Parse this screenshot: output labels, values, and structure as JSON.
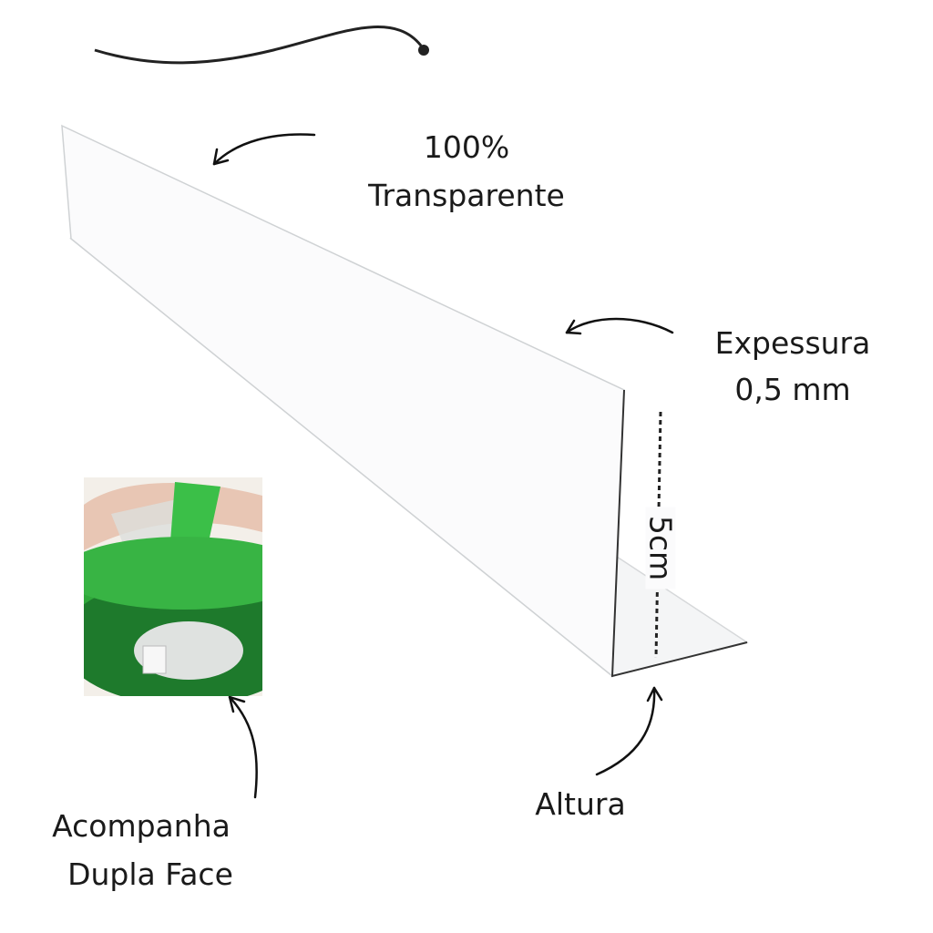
{
  "labels": {
    "transparency_line1": "100%",
    "transparency_line2": "Transparente",
    "thickness_line1": "Expessura",
    "thickness_line2": "0,5 mm",
    "height_value": "5cm",
    "height_label": "Altura",
    "tape_line1": "Acompanha",
    "tape_line2": "Dupla Face"
  },
  "colors": {
    "tape_green": "#2fa83a",
    "tape_dark_green": "#1e6e2a",
    "text": "#1a1a1a"
  }
}
